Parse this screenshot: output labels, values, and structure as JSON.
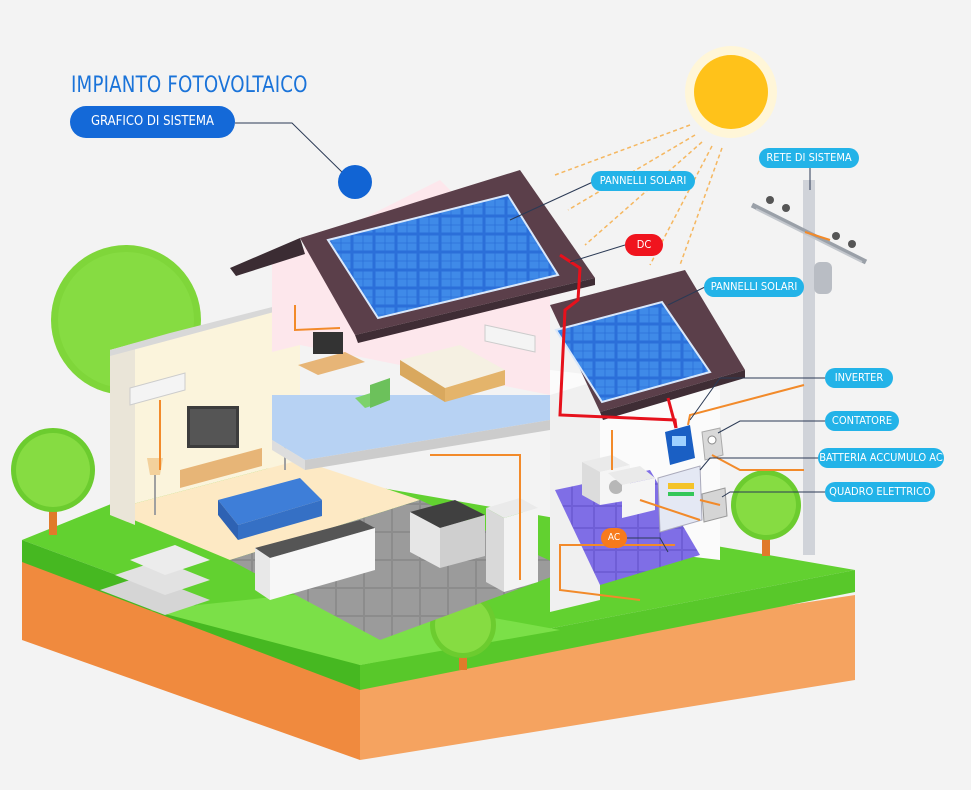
{
  "header": {
    "title": "IMPIANTO FOTOVOLTAICO",
    "subtitle": "GRAFICO DI SISTEMA"
  },
  "labels": {
    "rete": "RETE DI SISTEMA",
    "pannelli_1": "PANNELLI SOLARI",
    "pannelli_2": "PANNELLI SOLARI",
    "dc": "DC",
    "ac": "AC",
    "inverter": "INVERTER",
    "contatore": "CONTATORE",
    "batteria": "BATTERIA ACCUMULO AC",
    "quadro": "QUADRO ELETTRICO"
  },
  "colors": {
    "title_blue": "#1a73d9",
    "pill_blue": "#1469d8",
    "label_cyan": "#23b3e8",
    "dc_red": "#f0141e",
    "ac_orange": "#f77a1c",
    "grass": "#5fd12f",
    "soil": "#f5a05a",
    "roof": "#5b3f4a",
    "panel": "#2a6fd8",
    "sun": "#ffc21a"
  },
  "icons": [
    "sun-icon",
    "solar-panel-icon",
    "utility-pole-icon",
    "inverter-icon",
    "meter-icon",
    "battery-icon",
    "breaker-box-icon",
    "tree-icon"
  ]
}
